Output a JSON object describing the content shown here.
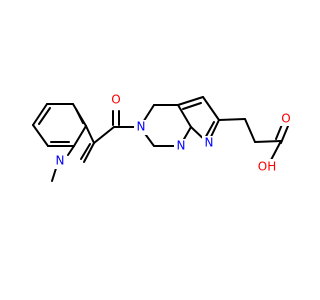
{
  "structure": {
    "atoms": {
      "carbonyl_oxygen": "O",
      "indole_nitrogen": "N",
      "amide_nitrogen": "N",
      "pyrazole_nitrogen_1": "N",
      "pyrazole_nitrogen_2": "N",
      "acid_oxygen": "O",
      "hydroxyl": "OH"
    },
    "colors": {
      "bond": "#000000",
      "nitrogen": "#0000ff",
      "oxygen": "#ff0000",
      "background": "#ffffff"
    }
  }
}
